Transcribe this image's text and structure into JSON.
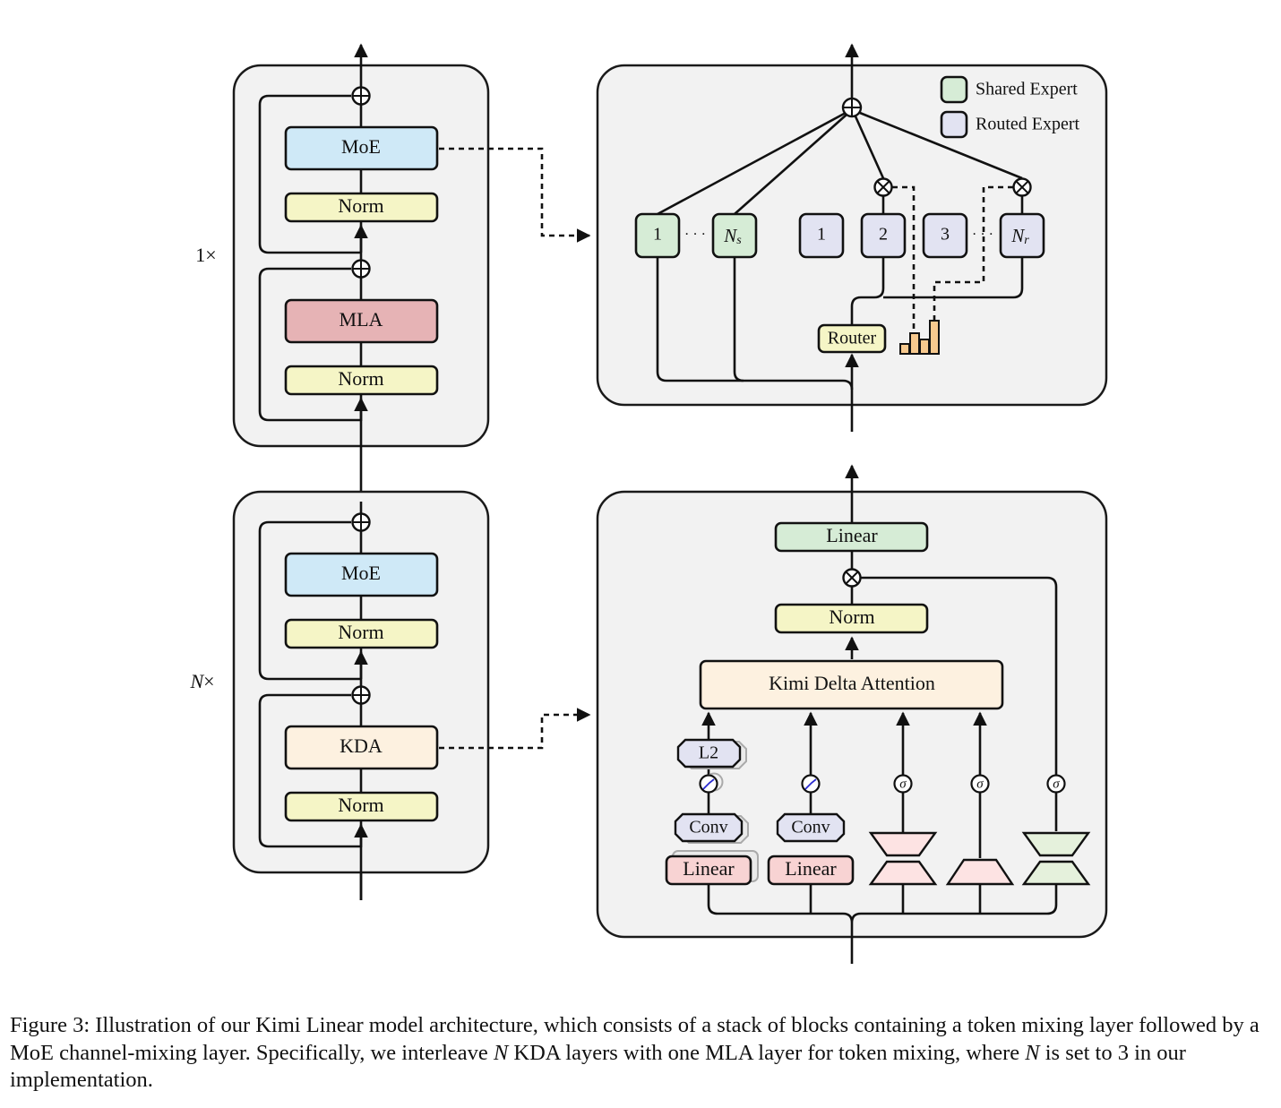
{
  "left_top": {
    "repeat_label": "1×",
    "moe": "MoE",
    "norm_upper": "Norm",
    "attention": "MLA",
    "norm_lower": "Norm"
  },
  "left_bottom": {
    "repeat_label_var": "N",
    "repeat_label_suffix": "×",
    "moe": "MoE",
    "norm_upper": "Norm",
    "attention": "KDA",
    "norm_lower": "Norm"
  },
  "moe_panel": {
    "legend": [
      "Shared Expert",
      "Routed Expert"
    ],
    "shared_first": "1",
    "shared_last_base": "N",
    "shared_last_sub": "s",
    "routed": [
      "1",
      "2",
      "3"
    ],
    "routed_last_base": "N",
    "routed_last_sub": "r",
    "router": "Router",
    "ellipsis": "· · ·",
    "colors": {
      "shared": "#d6ecd6",
      "routed": "#e2e3f2",
      "router": "#f5f5c6",
      "bars": "#f7c98e"
    }
  },
  "kda_panel": {
    "output_linear": "Linear",
    "norm": "Norm",
    "kda": "Kimi Delta Attention",
    "l2": "L2",
    "conv_q": "Conv",
    "conv_v": "Conv",
    "linear_q": "Linear",
    "linear_v": "Linear",
    "sigma": [
      "σ",
      "σ",
      "σ"
    ],
    "colors": {
      "kda": "#fdf1e0",
      "norm": "#f5f5c6",
      "linear_out": "#d6ecd6",
      "linear_in": "#f8d3d3",
      "conv": "#e2e3f2",
      "gate_pink": "#fde3e3",
      "gate_green": "#e5f1dc"
    }
  },
  "block_colors": {
    "moe": "#cfe9f7",
    "norm": "#f5f5c6",
    "mla": "#e6b3b5",
    "kda": "#fdf1e0"
  },
  "caption": {
    "p1": "Figure 3: Illustration of our Kimi Linear model architecture, which consists of a stack of blocks containing a token mixing layer followed by a MoE channel-mixing layer. Specifically, we interleave ",
    "n1": "N",
    "p2": " KDA layers with one MLA layer for token mixing, where ",
    "n2": "N",
    "p3": " is set to 3 in our implementation."
  }
}
